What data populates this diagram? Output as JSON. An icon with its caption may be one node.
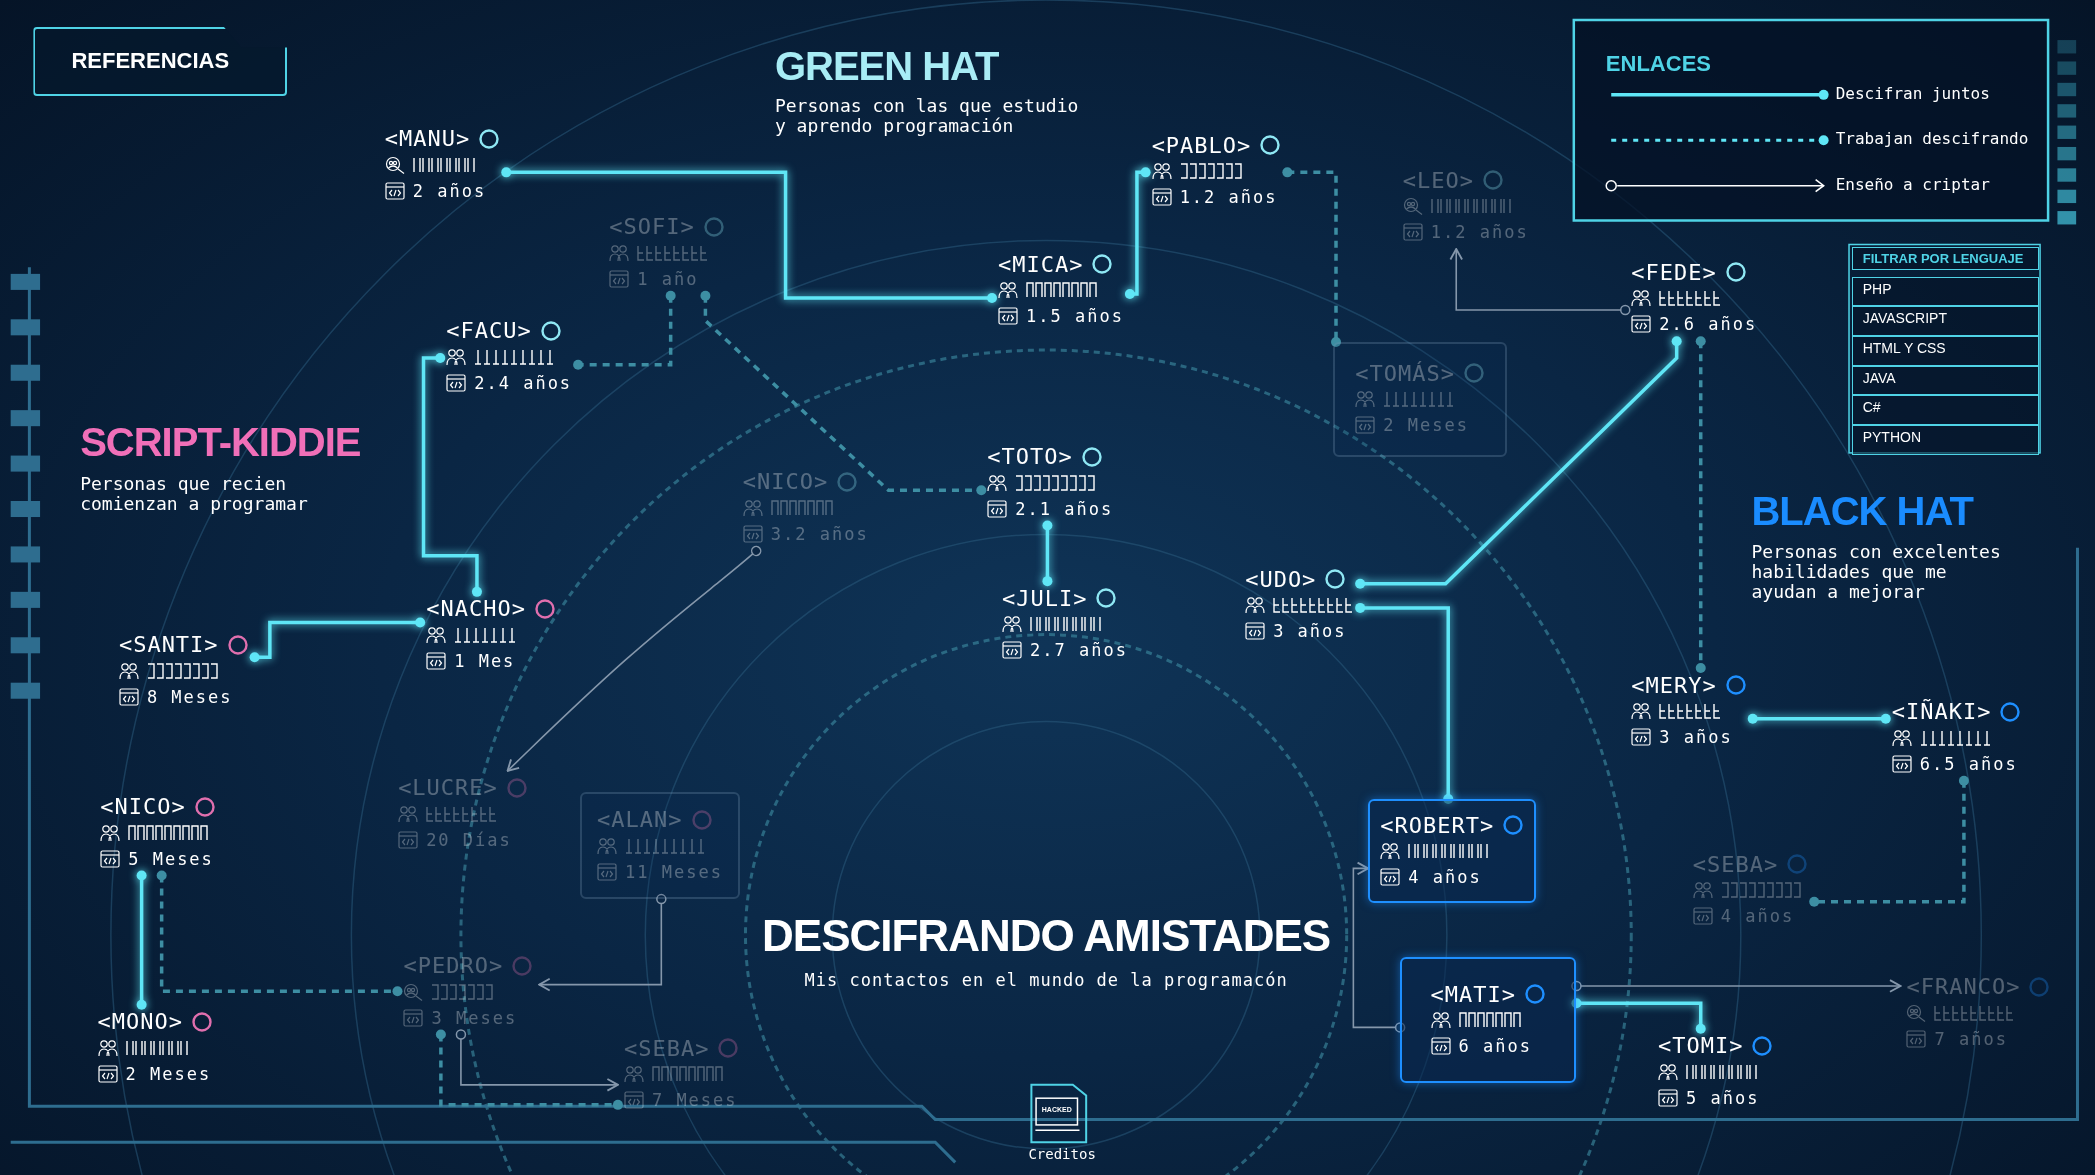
{
  "diagram": {
    "title": "DESCIFRANDO AMISTADES",
    "caption": "Mis contactos en el mundo de la programacón",
    "nodes": [
      {
        "text": [
          "<MANU>",
          "2 años"
        ]
      },
      {
        "text": [
          "<SOFI>",
          "1 año"
        ]
      },
      {
        "text": [
          "<FACU>",
          "2.4 años"
        ]
      },
      {
        "text": [
          "<PABLO>",
          "1.2 años"
        ]
      },
      {
        "text": [
          "<MICA>",
          "1.5 años"
        ]
      },
      {
        "text": [
          "<LEO>",
          "1.2 años"
        ]
      },
      {
        "text": [
          "<FEDE>",
          "2.6 años"
        ]
      },
      {
        "text": [
          "<TOMÁS>",
          "2 Meses"
        ]
      },
      {
        "text": [
          "<TOTO>",
          "2.1 años"
        ]
      },
      {
        "text": [
          "<NICO>",
          "3.2 años"
        ]
      },
      {
        "text": [
          "<JULI>",
          "2.7 años"
        ]
      },
      {
        "text": [
          "<UDO>",
          "3 años"
        ]
      },
      {
        "text": [
          "<NACHO>",
          "1 Mes"
        ]
      },
      {
        "text": [
          "<SANTI>",
          "8 Meses"
        ]
      },
      {
        "text": [
          "<NICO>",
          "5 Meses"
        ]
      },
      {
        "text": [
          "<MONO>",
          "2 Meses"
        ]
      },
      {
        "text": [
          "<LUCRE>",
          "20 Días"
        ]
      },
      {
        "text": [
          "<ALAN>",
          "11 Meses"
        ]
      },
      {
        "text": [
          "<PEDRO>",
          "3 Meses"
        ]
      },
      {
        "text": [
          "<SEBA>",
          "7 Meses"
        ]
      },
      {
        "text": [
          "<ROBERT>",
          "4 años"
        ]
      },
      {
        "text": [
          "<MERY>",
          "3 años"
        ]
      },
      {
        "text": [
          "<IÑAKI>",
          "6.5 años"
        ]
      },
      {
        "text": [
          "<SEBA>",
          "4 años"
        ]
      },
      {
        "text": [
          "<MATI>",
          "6 años"
        ]
      },
      {
        "text": [
          "<TOMI>",
          "5 años"
        ]
      },
      {
        "text": [
          "<FRANCO>",
          "7 años"
        ]
      }
    ],
    "edges": [
      {
        "from": 0,
        "to": 4,
        "arrow": "other"
      },
      {
        "from": 3,
        "to": 4,
        "arrow": "other"
      },
      {
        "from": 2,
        "to": 12,
        "arrow": "other"
      },
      {
        "from": 12,
        "to": 13,
        "arrow": "other"
      },
      {
        "from": 8,
        "to": 10,
        "arrow": "other"
      },
      {
        "from": 11,
        "to": 6,
        "arrow": "other"
      },
      {
        "from": 11,
        "to": 20,
        "arrow": "other"
      },
      {
        "from": 21,
        "to": 22,
        "arrow": "other"
      },
      {
        "from": 24,
        "to": 25,
        "arrow": "other"
      },
      {
        "from": 14,
        "to": 15,
        "arrow": "other"
      },
      {
        "from": 1,
        "to": 2,
        "arrow": "other",
        "style": "dashed",
        "color": "#3d8ea3"
      },
      {
        "from": 1,
        "to": 8,
        "arrow": "other",
        "style": "dashed",
        "color": "#3d8ea3"
      },
      {
        "from": 3,
        "to": 7,
        "arrow": "other",
        "style": "dashed",
        "color": "#3d8ea3"
      },
      {
        "from": 6,
        "to": 21,
        "arrow": "other",
        "style": "dashed",
        "color": "#3d8ea3"
      },
      {
        "from": 14,
        "to": 18,
        "arrow": "other",
        "style": "dashed",
        "color": "#3d8ea3"
      },
      {
        "from": 18,
        "to": 19,
        "arrow": "other",
        "style": "dashed",
        "color": "#3d8ea3"
      },
      {
        "from": 22,
        "to": 23,
        "arrow": "other",
        "style": "dashed",
        "color": "#3d8ea3"
      },
      {
        "from": 6,
        "to": 5,
        "arrow": "to",
        "color": "#8597ab"
      },
      {
        "from": 9,
        "to": 16,
        "arrow": "to",
        "color": "#8597ab"
      },
      {
        "from": 17,
        "to": 18,
        "arrow": "to",
        "color": "#8597ab"
      },
      {
        "from": 18,
        "to": 19,
        "arrow": "to",
        "color": "#8597ab"
      },
      {
        "from": 24,
        "to": 20,
        "arrow": "to",
        "color": "#8597ab"
      },
      {
        "from": 24,
        "to": 26,
        "arrow": "to",
        "color": "#8597ab"
      }
    ],
    "labels": [
      "GREEN HAT",
      "Personas con las que estudio y aprendo programación",
      "SCRIPT-KIDDIE",
      "Personas que recien comienzan a programar",
      "BLACK HAT",
      "Personas con excelentes habilidades que me ayudan a mejorar",
      "REFERENCIAS",
      "ENLACES",
      "FILTRAR POR LENGUAJE",
      "PHP",
      "JAVASCRIPT",
      "HTML Y CSS",
      "JAVA",
      "C#",
      "PYTHON",
      "HACKED",
      "Creditos"
    ],
    "legend": [
      {
        "text": "Descifran juntos"
      },
      {
        "text": "Trabajan descifrando"
      },
      {
        "text": "Enseño a criptar"
      }
    ]
  }
}
